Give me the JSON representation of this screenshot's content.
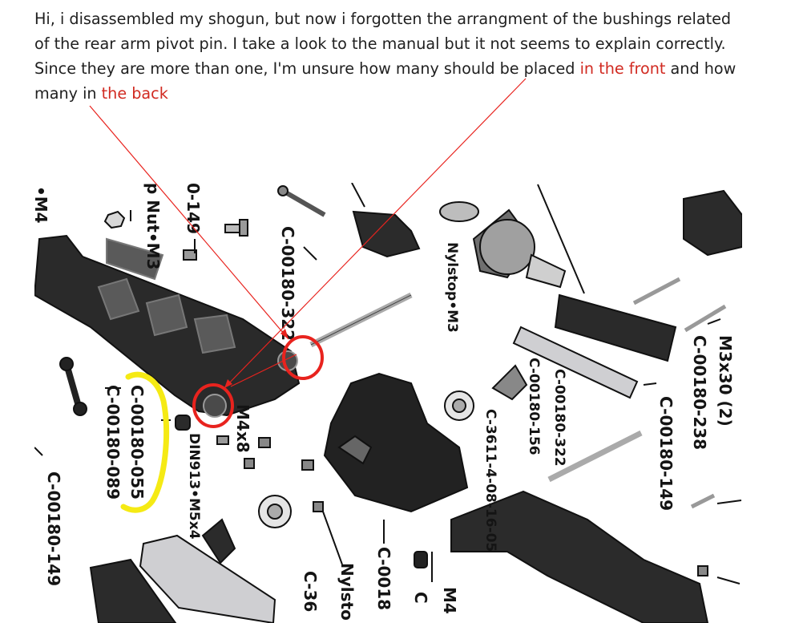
{
  "question": {
    "text_before": "Hi, i disassembled my shogun, but now i forgotten the arrangment of the bushings related of the rear arm pivot pin. I take a look to the manual but it not seems to explain correctly. Since they are more than one, I'm unsure how many should be placed ",
    "highlight_front": "in the front",
    "text_middle": " and how many in ",
    "highlight_back": "the back"
  },
  "diagram": {
    "labels": {
      "m4": "•M4",
      "nut_m3": "p Nut•M3",
      "part_149_top": "0-149",
      "part_322_top": "C-00180-322",
      "nylstop_m3": "Nylstop•M3",
      "m3x30": "M3x30 (2)",
      "part_238": "C-00180-238",
      "part_149_right": "C-00180-149",
      "part_322_mid": "C-00180-322",
      "part_156": "C-00180-156",
      "part_3611": "C-3611-4-08-16-05",
      "m4x8": "M4x8",
      "din913": "DIN913•M5x4",
      "part_055": "C-00180-055",
      "part_089": "C-00180-089",
      "part_149_left": "C-00180-149",
      "part_36_bottom": "C-36",
      "nylsto_bottom": "Nylsto",
      "part_0018_bottom": "C-0018",
      "m4_bottom": "M4",
      "c_bottom": "C"
    }
  },
  "colors": {
    "text": "#1f1f1f",
    "highlight": "#d12a21",
    "annotation_circle": "#e8231e",
    "annotation_marker": "#f5ea14"
  }
}
